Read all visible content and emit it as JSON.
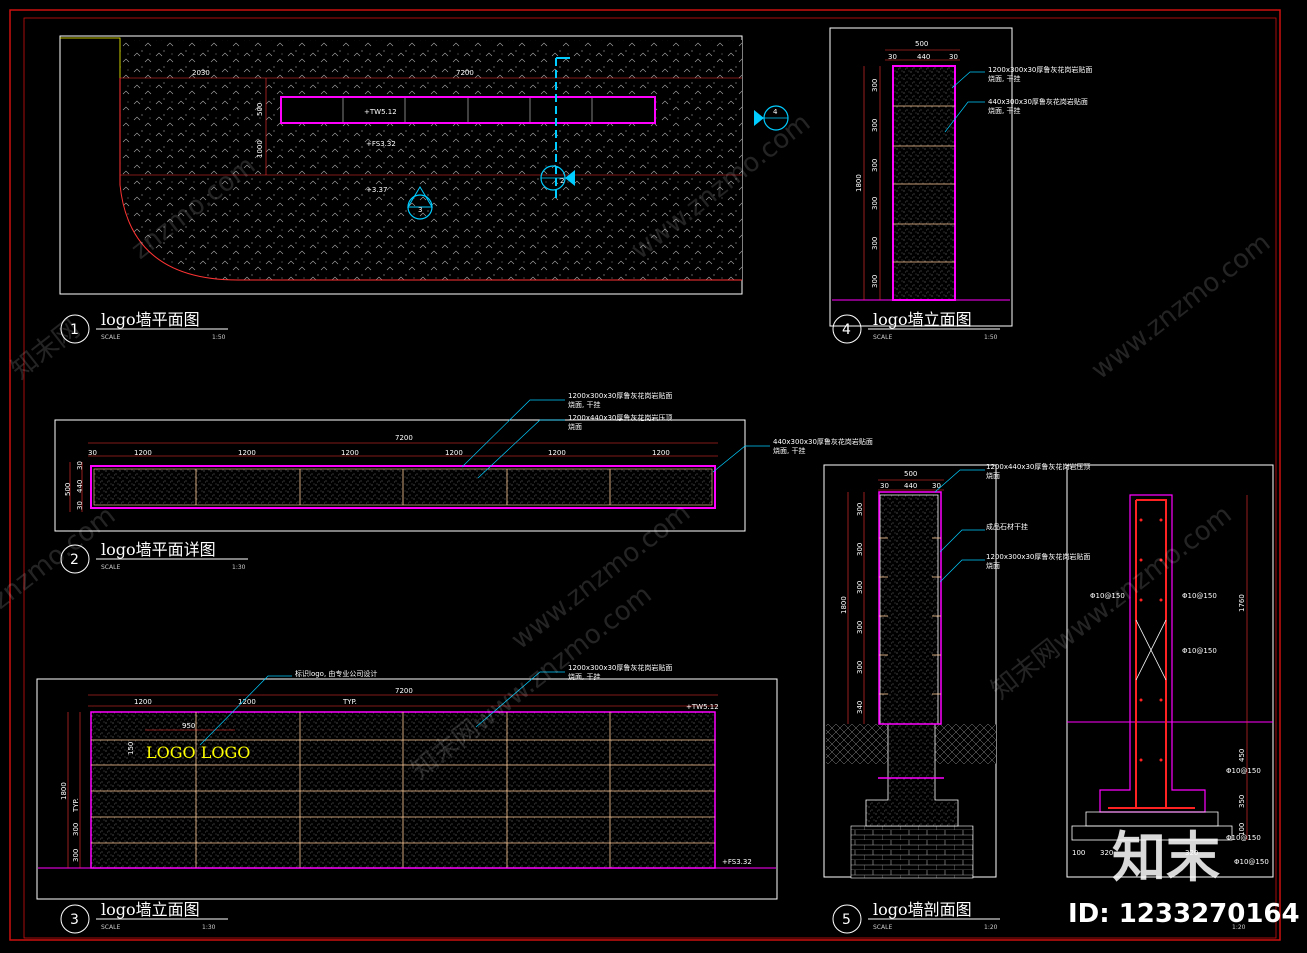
{
  "colors": {
    "frame": "#cc1111",
    "wall": "#ff00ff",
    "dim": "#ff3333",
    "leader": "#00ccff",
    "symbol": "#00ccff",
    "stone": "#cccccc",
    "beige": "#ffcc99",
    "yellow": "#ffff00"
  },
  "view1": {
    "num": "1",
    "title": "logo墙平面图",
    "scale_label": "SCALE",
    "scale": "1:50",
    "dims": [
      "2030",
      "7200",
      "500",
      "1000"
    ],
    "levels": [
      "+TW5.12",
      "+FS3.32",
      "+3.37"
    ],
    "markers": [
      "4",
      "2",
      "3"
    ]
  },
  "view2": {
    "num": "2",
    "title": "logo墙平面详图",
    "scale_label": "SCALE",
    "scale": "1:30",
    "total": "7200",
    "segments": [
      "1200",
      "1200",
      "1200",
      "1200",
      "1200",
      "1200"
    ],
    "edge": "30",
    "side_dims": [
      "30",
      "440",
      "30"
    ],
    "side_total": "500",
    "notes": [
      "1200x300x30厚鲁灰花岗岩贴面",
      "烧面, 干挂",
      "1200x440x30厚鲁灰花岗岩压顶",
      "烧面",
      "440x300x30厚鲁灰花岗岩贴面",
      "烧面, 干挂"
    ]
  },
  "view3": {
    "num": "3",
    "title": "logo墙立面图",
    "scale_label": "SCALE",
    "scale": "1:30",
    "total": "7200",
    "segments": [
      "1200",
      "1200",
      "TYP."
    ],
    "logo_text": "LOGO LOGO",
    "logo_width": "950",
    "logo_height": "150",
    "heights": [
      "1800",
      "TYP.",
      "300",
      "300"
    ],
    "levels": [
      "+TW5.12",
      "+FS3.32"
    ],
    "notes": [
      "标识logo, 由专业公司设计",
      "1200x300x30厚鲁灰花岗岩贴面",
      "烧面, 干挂"
    ]
  },
  "view4": {
    "num": "4",
    "title": "logo墙立面图",
    "scale_label": "SCALE",
    "scale": "1:50",
    "top": "500",
    "top_parts": [
      "30",
      "440",
      "30"
    ],
    "total_h": "1800",
    "rows": [
      "300",
      "300",
      "300",
      "300",
      "300",
      "300"
    ],
    "notes": [
      "1200x300x30厚鲁灰花岗岩贴面",
      "烧面, 干挂",
      "440x300x30厚鲁灰花岗岩贴面",
      "烧面, 干挂"
    ]
  },
  "view5": {
    "num": "5",
    "title": "logo墙剖面图",
    "scale_label": "SCALE",
    "scale": "1:20",
    "top": "500",
    "top_parts": [
      "30",
      "440",
      "30"
    ],
    "total_h": "1800",
    "rows": [
      "300",
      "300",
      "300",
      "300",
      "300",
      "340"
    ],
    "notes": [
      "1200x440x30厚鲁灰花岗岩压顶",
      "烧面",
      "成品石材干挂",
      "1200x300x30厚鲁灰花岗岩贴面",
      "烧面"
    ],
    "rebar": [
      "Φ10@150",
      "Φ10@150",
      "Φ10@150",
      "Φ10@150",
      "Φ10@150",
      "Φ10@150"
    ],
    "rdims": [
      "1760",
      "450",
      "350",
      "100",
      "100",
      "320",
      "320"
    ],
    "scale2": "1:20"
  },
  "watermarks": [
    "znzmo.com",
    "www.znzmo.com",
    "知末网",
    "知末网www.znzmo.com"
  ],
  "brand": "知末",
  "id_text": "ID: 1233270164"
}
